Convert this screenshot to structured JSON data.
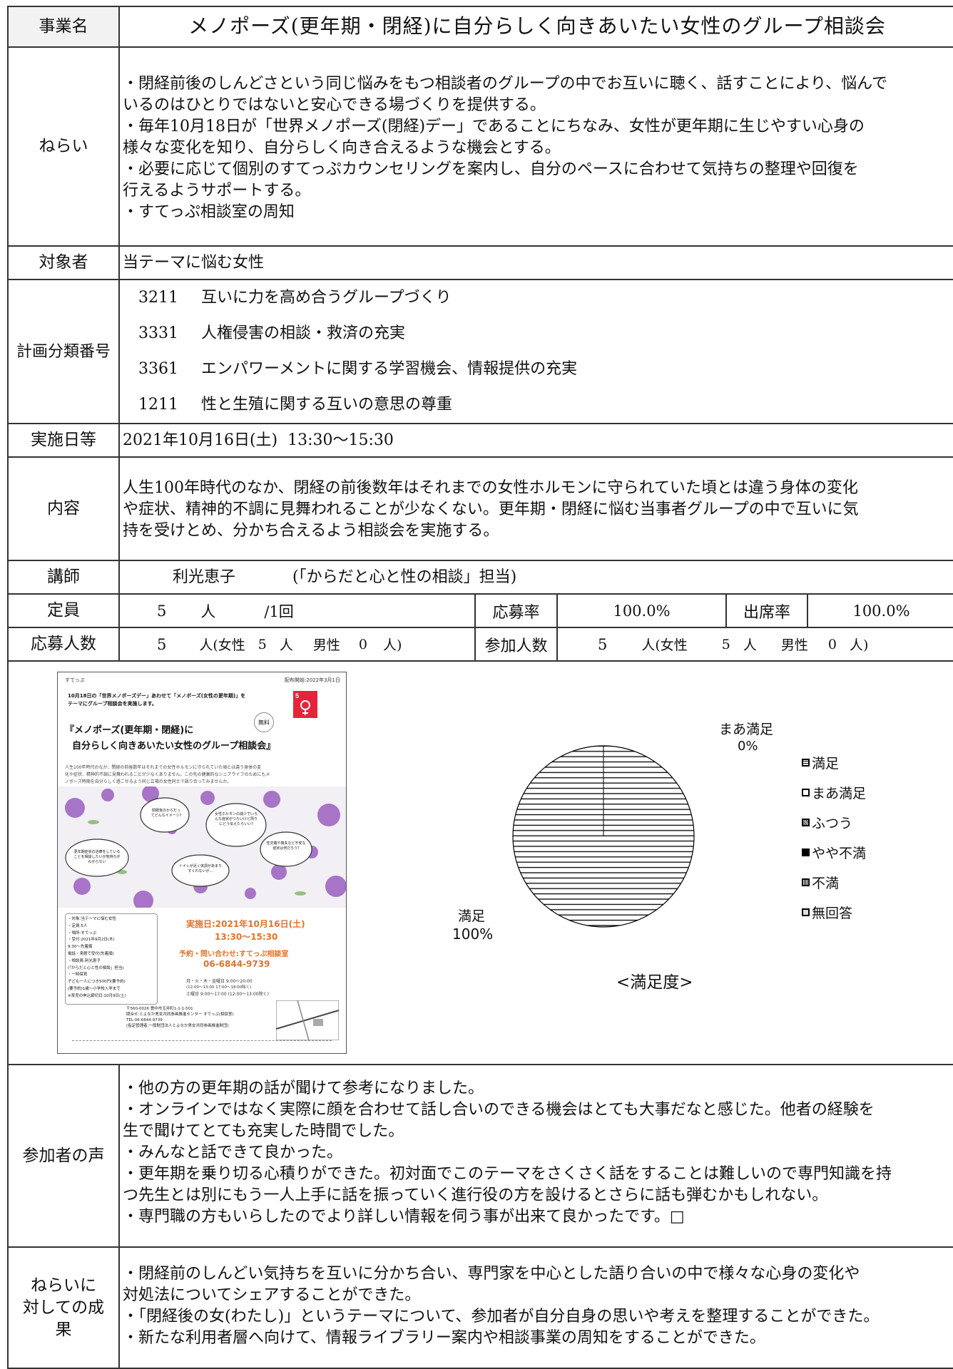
{
  "title_row": {
    "header": "事業名",
    "title": "メノポーズ(更年期・閉経)に自分らしく向きあいたい女性のグループ相談会"
  },
  "aim": {
    "header": "ねらい",
    "lines": [
      "・閉経前後のしんどさという同じ悩みをもつ相談者のグループの中でお互いに聴く、話すことにより、悩んで",
      "いるのはひとりではないと安心できる場づくりを提供する。",
      "・毎年10月18日が「世界メノポーズ(閉経)デー」であることにちなみ、女性が更年期に生じやすい心身の",
      "様々な変化を知り、自分らしく向き合えるような機会とする。",
      "・必要に応じて個別のすてっぷカウンセリングを案内し、自分のペースに合わせて気持ちの整理や回復を",
      "行えるようサポートする。",
      "・すてっぷ相談室の周知"
    ]
  },
  "target": {
    "header": "対象者",
    "value": "当テーマに悩む女性"
  },
  "plan": {
    "header": "計画分類番号",
    "items": [
      {
        "code": "3211",
        "label": "互いに力を高め合うグループづくり"
      },
      {
        "code": "3331",
        "label": "人権侵害の相談・救済の充実"
      },
      {
        "code": "3361",
        "label": "エンパワーメントに関する学習機会、情報提供の充実"
      },
      {
        "code": "1211",
        "label": "性と生殖に関する互いの意思の尊重"
      }
    ]
  },
  "date": {
    "header": "実施日等",
    "value": "2021年10月16日(土)  13:30〜15:30"
  },
  "content": {
    "header": "内容",
    "lines": [
      "人生100年時代のなか、閉経の前後数年はそれまでの女性ホルモンに守られていた頃とは違う身体の変化",
      "や症状、精神的不調に見舞われることが少なくない。更年期・閉経に悩む当事者グループの中で互いに気",
      "持を受けとめ、分かち合えるよう相談会を実施する。"
    ]
  },
  "lecturer": {
    "header": "講師",
    "name": "利光恵子",
    "role": "(「からだと心と性の相談」担当)"
  },
  "capacity": {
    "header": "定員",
    "num": "5",
    "unit": "人",
    "per": "/1回",
    "rate_label": "応募率",
    "rate": "100.0%",
    "attend_label": "出席率",
    "attend": "100.0%"
  },
  "applicants": {
    "header": "応募人数",
    "num": "5",
    "unit": "人(女性",
    "female": "5",
    "female_unit": "人",
    "male_label": "男性",
    "male": "0",
    "male_unit": "人)",
    "part_label": "参加人数",
    "part_num": "5",
    "part_unit": "人(女性",
    "part_female": "5",
    "part_female_unit": "人",
    "part_male_label": "男性",
    "part_male": "0",
    "part_male_unit": "人)"
  },
  "flyer": {
    "logo": "すてっぷ",
    "issued": "配布開始:2022年3月1日",
    "intro": [
      "10月18日の「世界メノポーズデー」あわせて「メノポーズ(女性の更年期)」を",
      "テーマにグループ相談会を実施します。"
    ],
    "free": "無料",
    "title1": "『メノポーズ(更年期・閉経)に",
    "title2": "自分らしく向きあいたい女性のグループ相談会』",
    "desc": [
      "人生100年時代のなか、閉経の前後数年はそれまでの女性ホルモンに守られていた頃とは違う身体の変",
      "化や症状、精神的不調に見舞われることが少なくありません。この先の健康的なシニアライフのためにもメ",
      "ノポーズ時期を自分らしく過ごせるよう同じ立場の女性同士で語り合ってみませんか。"
    ],
    "bubbles": [
      "閉経後のからだってどんなイメージ?",
      "女性ホルモンの減少でいろんな症状がつらいけど周りにどう伝えたらいい?",
      "更年期症状の治療をしていることを相談したいが気持ちがわからない",
      "トイレが近く体調があまりすぐれないが…",
      "性交痛や喪失など不安な症状は何だろう?"
    ],
    "details": [
      "・対象:当テーマに悩む女性",
      "・定員:5人",
      "・場所:すてっぷ",
      "・受付:2021年9月2日(木)",
      "  9:30〜先着順",
      "  電話・来館で受付(先着順)",
      "・相談員:利光恵子",
      "  (「からだと心と性の相談」担当)",
      "・一時保育",
      "  子ども一人につき500円(要予約)",
      "  (要予約)1歳〜小学校入学まで",
      "  ※育児の申込締切日:10月9日(土)"
    ],
    "date_line1": "実施日:2021年10月16日(土)",
    "date_line2": "13:30〜15:30",
    "contact1": "予約・問い合わせ:すてっぷ相談室",
    "contact2": "06-6844-9739",
    "hours": [
      "月・火・木・金曜日 9:00〜20:00",
      "(12:00〜13:00 17:00〜18:00除く)",
      "土曜日 9:00〜17:00 (12:00〜13:00除く)"
    ],
    "address": [
      "〒560-0026 豊中市玉井町1-1-1-501",
      "問合せ:とよなか男女共同参画推進センター すてっぷ(相談室)",
      "TEL:06-6844-9739",
      "(指定管理者:一般財団法人とよなか男女共同参画推進財団)"
    ]
  },
  "chart_data": {
    "type": "pie",
    "title": "<満足度>",
    "categories": [
      "満足",
      "まあ満足",
      "ふつう",
      "やや不満",
      "不満",
      "無回答"
    ],
    "values": [
      100,
      0,
      0,
      0,
      0,
      0
    ],
    "labels": [
      {
        "name": "満足",
        "value": "100%"
      },
      {
        "name": "まあ満足",
        "value": "0%"
      }
    ],
    "legend_position": "right"
  },
  "voices": {
    "header": "参加者の声",
    "lines": [
      "・他の方の更年期の話が聞けて参考になりました。",
      "・オンラインではなく実際に顔を合わせて話し合いのできる機会はとても大事だなと感じた。他者の経験を",
      "生で聞けてとても充実した時間でした。",
      "・みんなと話できて良かった。",
      "・更年期を乗り切る心積りができた。初対面でこのテーマをさくさく話をすることは難しいので専門知識を持",
      "つ先生とは別にもう一人上手に話を振っていく進行役の方を設けるとさらに話も弾むかもしれない。",
      "・専門職の方もいらしたのでより詳しい情報を伺う事が出来て良かったです。□"
    ]
  },
  "results": {
    "header": "ねらいに対しての成果",
    "header_lines": [
      "ねらいに",
      "対しての成",
      "果"
    ],
    "lines": [
      "・閉経前のしんどい気持ちを互いに分かち合い、専門家を中心とした語り合いの中で様々な心身の変化や",
      "対処法についてシェアすることができた。",
      "・「閉経後の女(わたし)」というテーマについて、参加者が自分自身の思いや考えを整理することができた。",
      "・新たな利用者層へ向けて、情報ライブラリー案内や相談事業の周知をすることができた。"
    ]
  }
}
